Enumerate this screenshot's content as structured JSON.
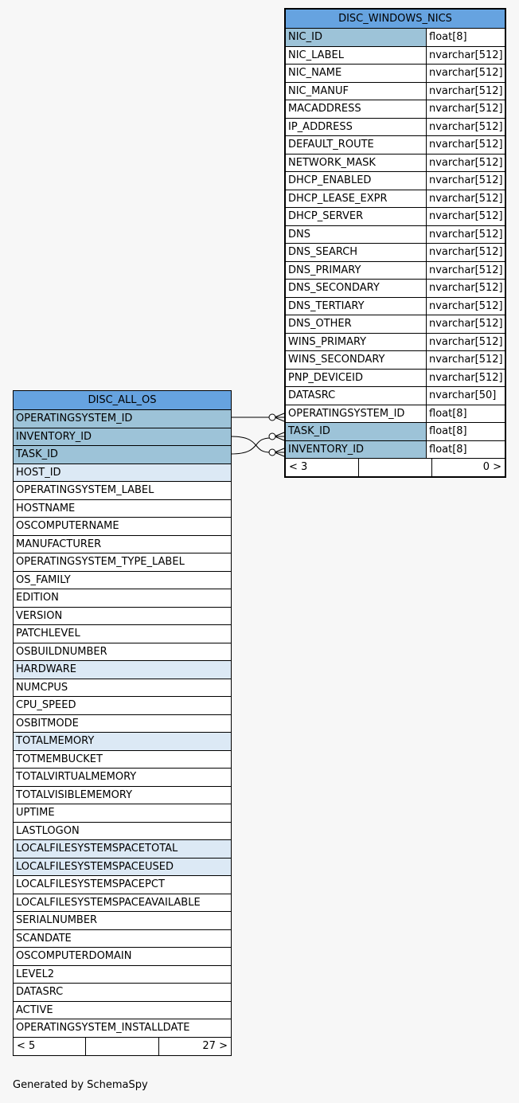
{
  "tables": {
    "nics": {
      "name": "DISC_WINDOWS_NICS",
      "columns": [
        {
          "name": "NIC_ID",
          "type": "float[8]",
          "kind": "pk"
        },
        {
          "name": "NIC_LABEL",
          "type": "nvarchar[512]"
        },
        {
          "name": "NIC_NAME",
          "type": "nvarchar[512]"
        },
        {
          "name": "NIC_MANUF",
          "type": "nvarchar[512]"
        },
        {
          "name": "MACADDRESS",
          "type": "nvarchar[512]"
        },
        {
          "name": "IP_ADDRESS",
          "type": "nvarchar[512]"
        },
        {
          "name": "DEFAULT_ROUTE",
          "type": "nvarchar[512]"
        },
        {
          "name": "NETWORK_MASK",
          "type": "nvarchar[512]"
        },
        {
          "name": "DHCP_ENABLED",
          "type": "nvarchar[512]"
        },
        {
          "name": "DHCP_LEASE_EXPR",
          "type": "nvarchar[512]"
        },
        {
          "name": "DHCP_SERVER",
          "type": "nvarchar[512]"
        },
        {
          "name": "DNS",
          "type": "nvarchar[512]"
        },
        {
          "name": "DNS_SEARCH",
          "type": "nvarchar[512]"
        },
        {
          "name": "DNS_PRIMARY",
          "type": "nvarchar[512]"
        },
        {
          "name": "DNS_SECONDARY",
          "type": "nvarchar[512]"
        },
        {
          "name": "DNS_TERTIARY",
          "type": "nvarchar[512]"
        },
        {
          "name": "DNS_OTHER",
          "type": "nvarchar[512]"
        },
        {
          "name": "WINS_PRIMARY",
          "type": "nvarchar[512]"
        },
        {
          "name": "WINS_SECONDARY",
          "type": "nvarchar[512]"
        },
        {
          "name": "PNP_DEVICEID",
          "type": "nvarchar[512]"
        },
        {
          "name": "DATASRC",
          "type": "nvarchar[50]"
        },
        {
          "name": "OPERATINGSYSTEM_ID",
          "type": "float[8]"
        },
        {
          "name": "TASK_ID",
          "type": "float[8]",
          "kind": "pk"
        },
        {
          "name": "INVENTORY_ID",
          "type": "float[8]",
          "kind": "pk"
        }
      ],
      "footer": {
        "left": "< 3",
        "middle": "",
        "right": "0 >"
      }
    },
    "os": {
      "name": "DISC_ALL_OS",
      "columns": [
        {
          "name": "OPERATINGSYSTEM_ID",
          "kind": "pk"
        },
        {
          "name": "INVENTORY_ID",
          "kind": "pk"
        },
        {
          "name": "TASK_ID",
          "kind": "pk"
        },
        {
          "name": "HOST_ID",
          "kind": "ix"
        },
        {
          "name": "OPERATINGSYSTEM_LABEL"
        },
        {
          "name": "HOSTNAME"
        },
        {
          "name": "OSCOMPUTERNAME"
        },
        {
          "name": "MANUFACTURER"
        },
        {
          "name": "OPERATINGSYSTEM_TYPE_LABEL"
        },
        {
          "name": "OS_FAMILY"
        },
        {
          "name": "EDITION"
        },
        {
          "name": "VERSION"
        },
        {
          "name": "PATCHLEVEL"
        },
        {
          "name": "OSBUILDNUMBER"
        },
        {
          "name": "HARDWARE",
          "kind": "ix"
        },
        {
          "name": "NUMCPUS"
        },
        {
          "name": "CPU_SPEED"
        },
        {
          "name": "OSBITMODE"
        },
        {
          "name": "TOTALMEMORY",
          "kind": "ix"
        },
        {
          "name": "TOTMEMBUCKET"
        },
        {
          "name": "TOTALVIRTUALMEMORY"
        },
        {
          "name": "TOTALVISIBLEMEMORY"
        },
        {
          "name": "UPTIME"
        },
        {
          "name": "LASTLOGON"
        },
        {
          "name": "LOCALFILESYSTEMSPACETOTAL",
          "kind": "ix"
        },
        {
          "name": "LOCALFILESYSTEMSPACEUSED",
          "kind": "ix"
        },
        {
          "name": "LOCALFILESYSTEMSPACEPCT"
        },
        {
          "name": "LOCALFILESYSTEMSPACEAVAILABLE"
        },
        {
          "name": "SERIALNUMBER"
        },
        {
          "name": "SCANDATE"
        },
        {
          "name": "OSCOMPUTERDOMAIN"
        },
        {
          "name": "LEVEL2"
        },
        {
          "name": "DATASRC"
        },
        {
          "name": "ACTIVE"
        },
        {
          "name": "OPERATINGSYSTEM_INSTALLDATE"
        }
      ],
      "footer": {
        "left": "< 5",
        "middle": "",
        "right": "27 >"
      }
    }
  },
  "credit": "Generated by SchemaSpy"
}
